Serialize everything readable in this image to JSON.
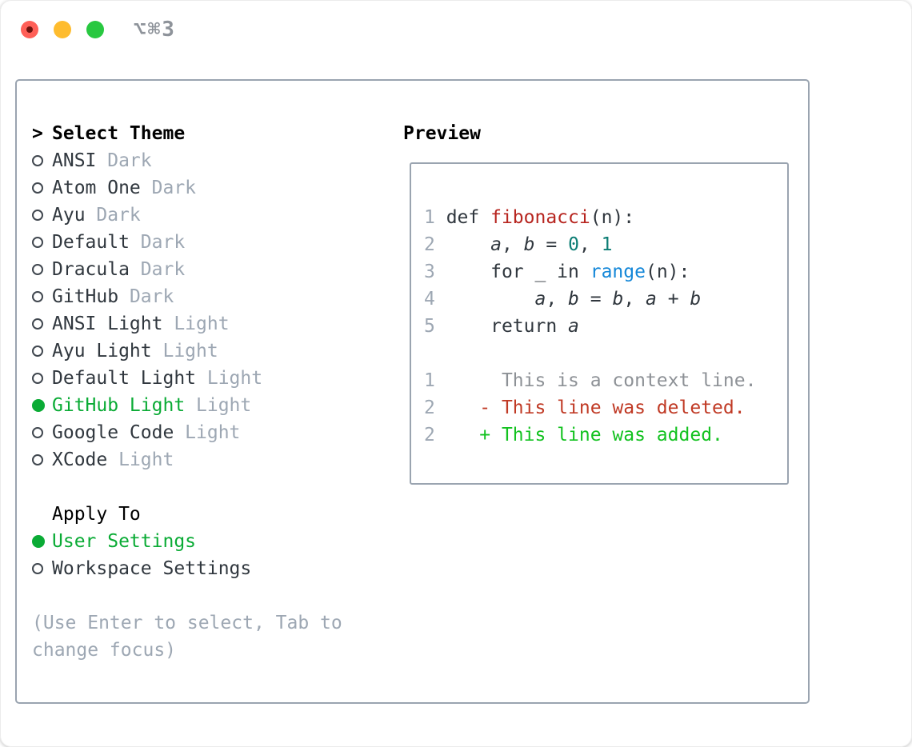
{
  "window": {
    "title": "⌥⌘3"
  },
  "theme_panel": {
    "header": {
      "prompt": ">",
      "label": "Select Theme"
    },
    "themes": [
      {
        "name": "ANSI",
        "tag": "Dark",
        "selected": false
      },
      {
        "name": "Atom One",
        "tag": "Dark",
        "selected": false
      },
      {
        "name": "Ayu",
        "tag": "Dark",
        "selected": false
      },
      {
        "name": "Default",
        "tag": "Dark",
        "selected": false
      },
      {
        "name": "Dracula",
        "tag": "Dark",
        "selected": false
      },
      {
        "name": "GitHub",
        "tag": "Dark",
        "selected": false
      },
      {
        "name": "ANSI Light",
        "tag": "Light",
        "selected": false
      },
      {
        "name": "Ayu Light",
        "tag": "Light",
        "selected": false
      },
      {
        "name": "Default Light",
        "tag": "Light",
        "selected": false
      },
      {
        "name": "GitHub Light",
        "tag": "Light",
        "selected": true
      },
      {
        "name": "Google Code",
        "tag": "Light",
        "selected": false
      },
      {
        "name": "XCode",
        "tag": "Light",
        "selected": false
      }
    ],
    "apply_to": {
      "label": "Apply To",
      "options": [
        {
          "name": "User Settings",
          "selected": true
        },
        {
          "name": "Workspace Settings",
          "selected": false
        }
      ]
    },
    "help_lines": [
      "(Use Enter to select, Tab to",
      "change focus)"
    ]
  },
  "preview": {
    "label": "Preview",
    "lines": [
      {
        "num": "1",
        "parts": [
          [
            "p",
            "def "
          ],
          [
            "fn",
            "fibonacci"
          ],
          [
            "p",
            "(n):"
          ]
        ]
      },
      {
        "num": "2",
        "parts": [
          [
            "p",
            "    "
          ],
          [
            "v",
            "a"
          ],
          [
            "p",
            ", "
          ],
          [
            "v",
            "b"
          ],
          [
            "p",
            " = "
          ],
          [
            "n",
            "0"
          ],
          [
            "p",
            ", "
          ],
          [
            "n",
            "1"
          ]
        ]
      },
      {
        "num": "3",
        "parts": [
          [
            "p",
            "    for _ in "
          ],
          [
            "b",
            "range"
          ],
          [
            "p",
            "(n):"
          ]
        ]
      },
      {
        "num": "4",
        "parts": [
          [
            "p",
            "        "
          ],
          [
            "v",
            "a"
          ],
          [
            "p",
            ", "
          ],
          [
            "v",
            "b"
          ],
          [
            "p",
            " = "
          ],
          [
            "v",
            "b"
          ],
          [
            "p",
            ", "
          ],
          [
            "v",
            "a"
          ],
          [
            "p",
            " + "
          ],
          [
            "v",
            "b"
          ]
        ]
      },
      {
        "num": "5",
        "parts": [
          [
            "p",
            "    return "
          ],
          [
            "v",
            "a"
          ]
        ]
      },
      {
        "num": "",
        "parts": []
      },
      {
        "num": "1",
        "parts": [
          [
            "ctx",
            "     This is a context line."
          ]
        ]
      },
      {
        "num": "2",
        "parts": [
          [
            "del",
            "   - This line was deleted."
          ]
        ]
      },
      {
        "num": "2",
        "parts": [
          [
            "add",
            "   + This line was added."
          ]
        ]
      }
    ]
  },
  "colors": {
    "text_dark": "#30373e",
    "tag_gray": "#9da7b3",
    "num_gray": "#9da7b3",
    "help_gray": "#9da7b3",
    "context_gray": "#8d9196",
    "panel_border": "#9aa4b0",
    "dot_border": "#40474f",
    "sel_green": "#0aab35",
    "add_green": "#13c220",
    "func_red": "#b7251f",
    "del_red": "#c03a25",
    "blue": "#1487d8",
    "teal": "#0c7d74",
    "title_gray": "#8e939a",
    "tl_red": "#ff5f57",
    "tl_red_dot": "#6e120d",
    "tl_yellow": "#febc2e",
    "tl_green": "#28c840"
  }
}
